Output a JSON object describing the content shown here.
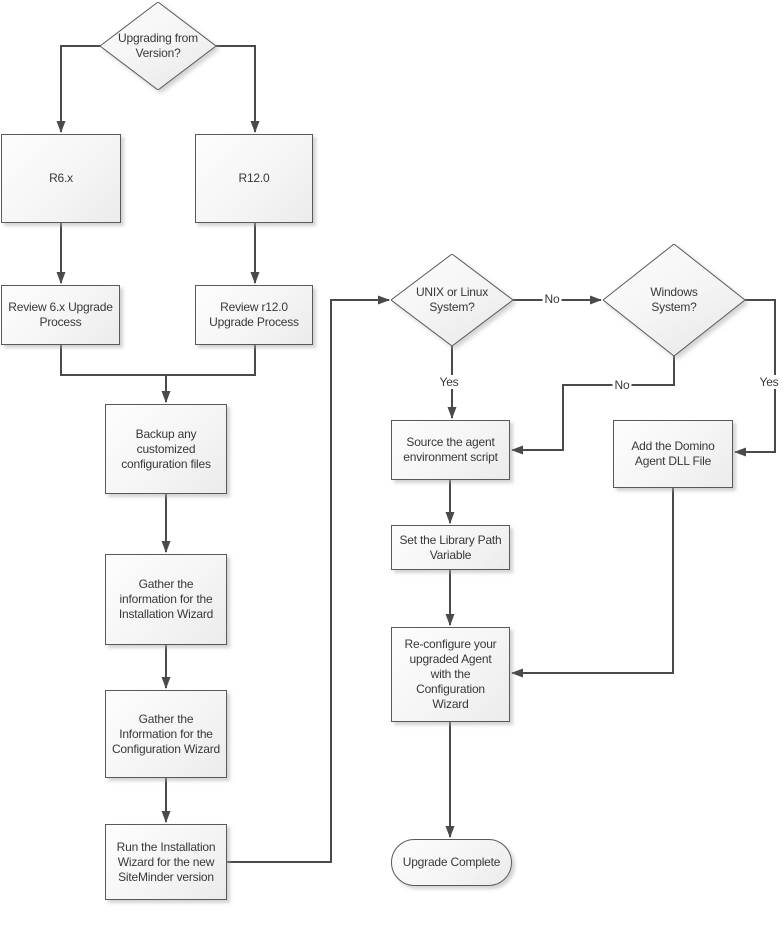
{
  "diagram": {
    "nodes": {
      "upgrading_from_version": {
        "label": "Upgrading from Version?",
        "shape": "decision"
      },
      "r6x": {
        "label": "R6.x",
        "shape": "process"
      },
      "r12": {
        "label": "R12.0",
        "shape": "process"
      },
      "review_6x": {
        "label": "Review 6.x Upgrade Process",
        "shape": "process"
      },
      "review_r12": {
        "label": "Review r12.0 Upgrade Process",
        "shape": "process"
      },
      "backup_config": {
        "label": "Backup any customized configuration files",
        "shape": "process"
      },
      "gather_installation": {
        "label": "Gather the information for the Installation Wizard",
        "shape": "process"
      },
      "gather_configuration": {
        "label": "Gather the Information for the Configuration Wizard",
        "shape": "process"
      },
      "run_installation": {
        "label": "Run the Installation Wizard for the new SiteMinder version",
        "shape": "process"
      },
      "unix_linux_system": {
        "label": "UNIX or Linux System?",
        "shape": "decision"
      },
      "windows_system": {
        "label": "Windows System?",
        "shape": "decision"
      },
      "source_agent_script": {
        "label": "Source the agent environment script",
        "shape": "process"
      },
      "add_domino_dll": {
        "label": "Add the Domino Agent DLL File",
        "shape": "process"
      },
      "set_library_path": {
        "label": "Set the Library Path Variable",
        "shape": "process"
      },
      "reconfigure_agent": {
        "label": "Re-configure your upgraded Agent with the Configuration Wizard",
        "shape": "process"
      },
      "upgrade_complete": {
        "label": "Upgrade Complete",
        "shape": "terminator"
      }
    },
    "edge_labels": {
      "unix_yes": "Yes",
      "unix_no": "No",
      "windows_no": "No",
      "windows_yes": "Yes"
    },
    "edges": [
      {
        "from": "upgrading_from_version",
        "to": "r6x"
      },
      {
        "from": "upgrading_from_version",
        "to": "r12"
      },
      {
        "from": "r6x",
        "to": "review_6x"
      },
      {
        "from": "r12",
        "to": "review_r12"
      },
      {
        "from": "review_6x",
        "to": "backup_config"
      },
      {
        "from": "review_r12",
        "to": "backup_config"
      },
      {
        "from": "backup_config",
        "to": "gather_installation"
      },
      {
        "from": "gather_installation",
        "to": "gather_configuration"
      },
      {
        "from": "gather_configuration",
        "to": "run_installation"
      },
      {
        "from": "run_installation",
        "to": "unix_linux_system"
      },
      {
        "from": "unix_linux_system",
        "to": "source_agent_script",
        "label": "Yes"
      },
      {
        "from": "unix_linux_system",
        "to": "windows_system",
        "label": "No"
      },
      {
        "from": "windows_system",
        "to": "source_agent_script",
        "label": "No"
      },
      {
        "from": "windows_system",
        "to": "add_domino_dll",
        "label": "Yes"
      },
      {
        "from": "source_agent_script",
        "to": "set_library_path"
      },
      {
        "from": "set_library_path",
        "to": "reconfigure_agent"
      },
      {
        "from": "add_domino_dll",
        "to": "reconfigure_agent"
      },
      {
        "from": "reconfigure_agent",
        "to": "upgrade_complete"
      }
    ],
    "colors": {
      "background": "#ffffff",
      "line": "#4a4a4a",
      "node_border": "#595959",
      "node_fill_top": "#fdfdfd",
      "node_fill_bottom": "#ebebeb",
      "text": "#383838"
    }
  }
}
